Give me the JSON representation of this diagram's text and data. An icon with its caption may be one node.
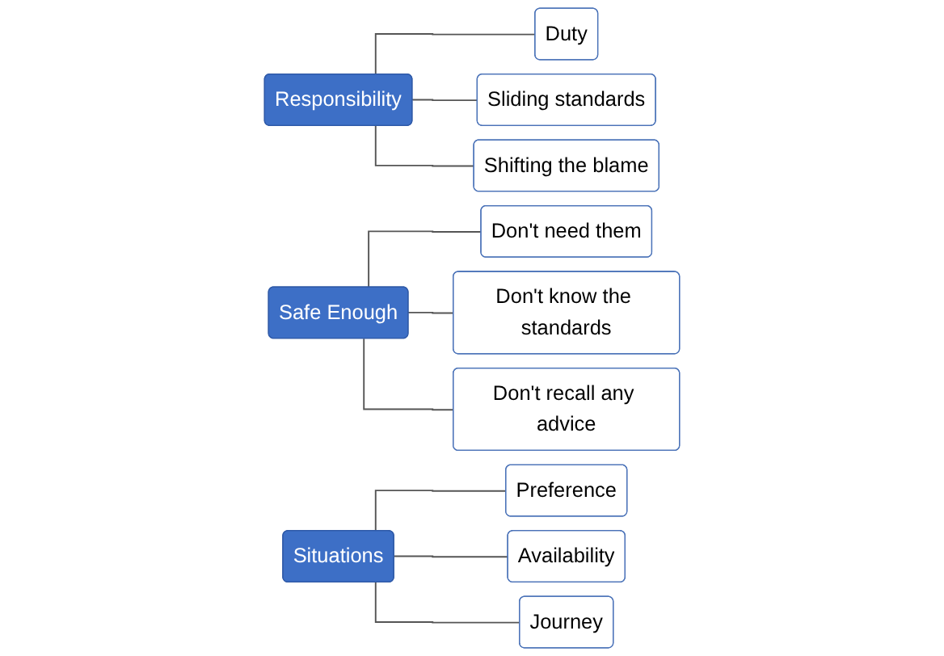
{
  "diagram": {
    "nodes": [
      {
        "text": [
          "Responsibility"
        ]
      },
      {
        "text": [
          "Duty"
        ]
      },
      {
        "text": [
          "Sliding standards"
        ]
      },
      {
        "text": [
          "Shifting the blame"
        ]
      },
      {
        "text": [
          "Safe Enough"
        ]
      },
      {
        "text": [
          "Don't need them"
        ]
      },
      {
        "text": [
          "Don't know the standards"
        ]
      },
      {
        "text": [
          "Don't recall any advice"
        ]
      },
      {
        "text": [
          "Situations"
        ]
      },
      {
        "text": [
          "Preference"
        ]
      },
      {
        "text": [
          "Availability"
        ]
      },
      {
        "text": [
          "Journey"
        ]
      }
    ],
    "edges": [
      {
        "from": 0,
        "to": 1,
        "arrow": "none"
      },
      {
        "from": 0,
        "to": 2,
        "arrow": "none"
      },
      {
        "from": 0,
        "to": 3,
        "arrow": "none"
      },
      {
        "from": 4,
        "to": 5,
        "arrow": "none"
      },
      {
        "from": 4,
        "to": 6,
        "arrow": "none"
      },
      {
        "from": 4,
        "to": 7,
        "arrow": "none"
      },
      {
        "from": 8,
        "to": 9,
        "arrow": "none"
      },
      {
        "from": 8,
        "to": 10,
        "arrow": "none"
      },
      {
        "from": 8,
        "to": 11,
        "arrow": "none"
      }
    ]
  }
}
